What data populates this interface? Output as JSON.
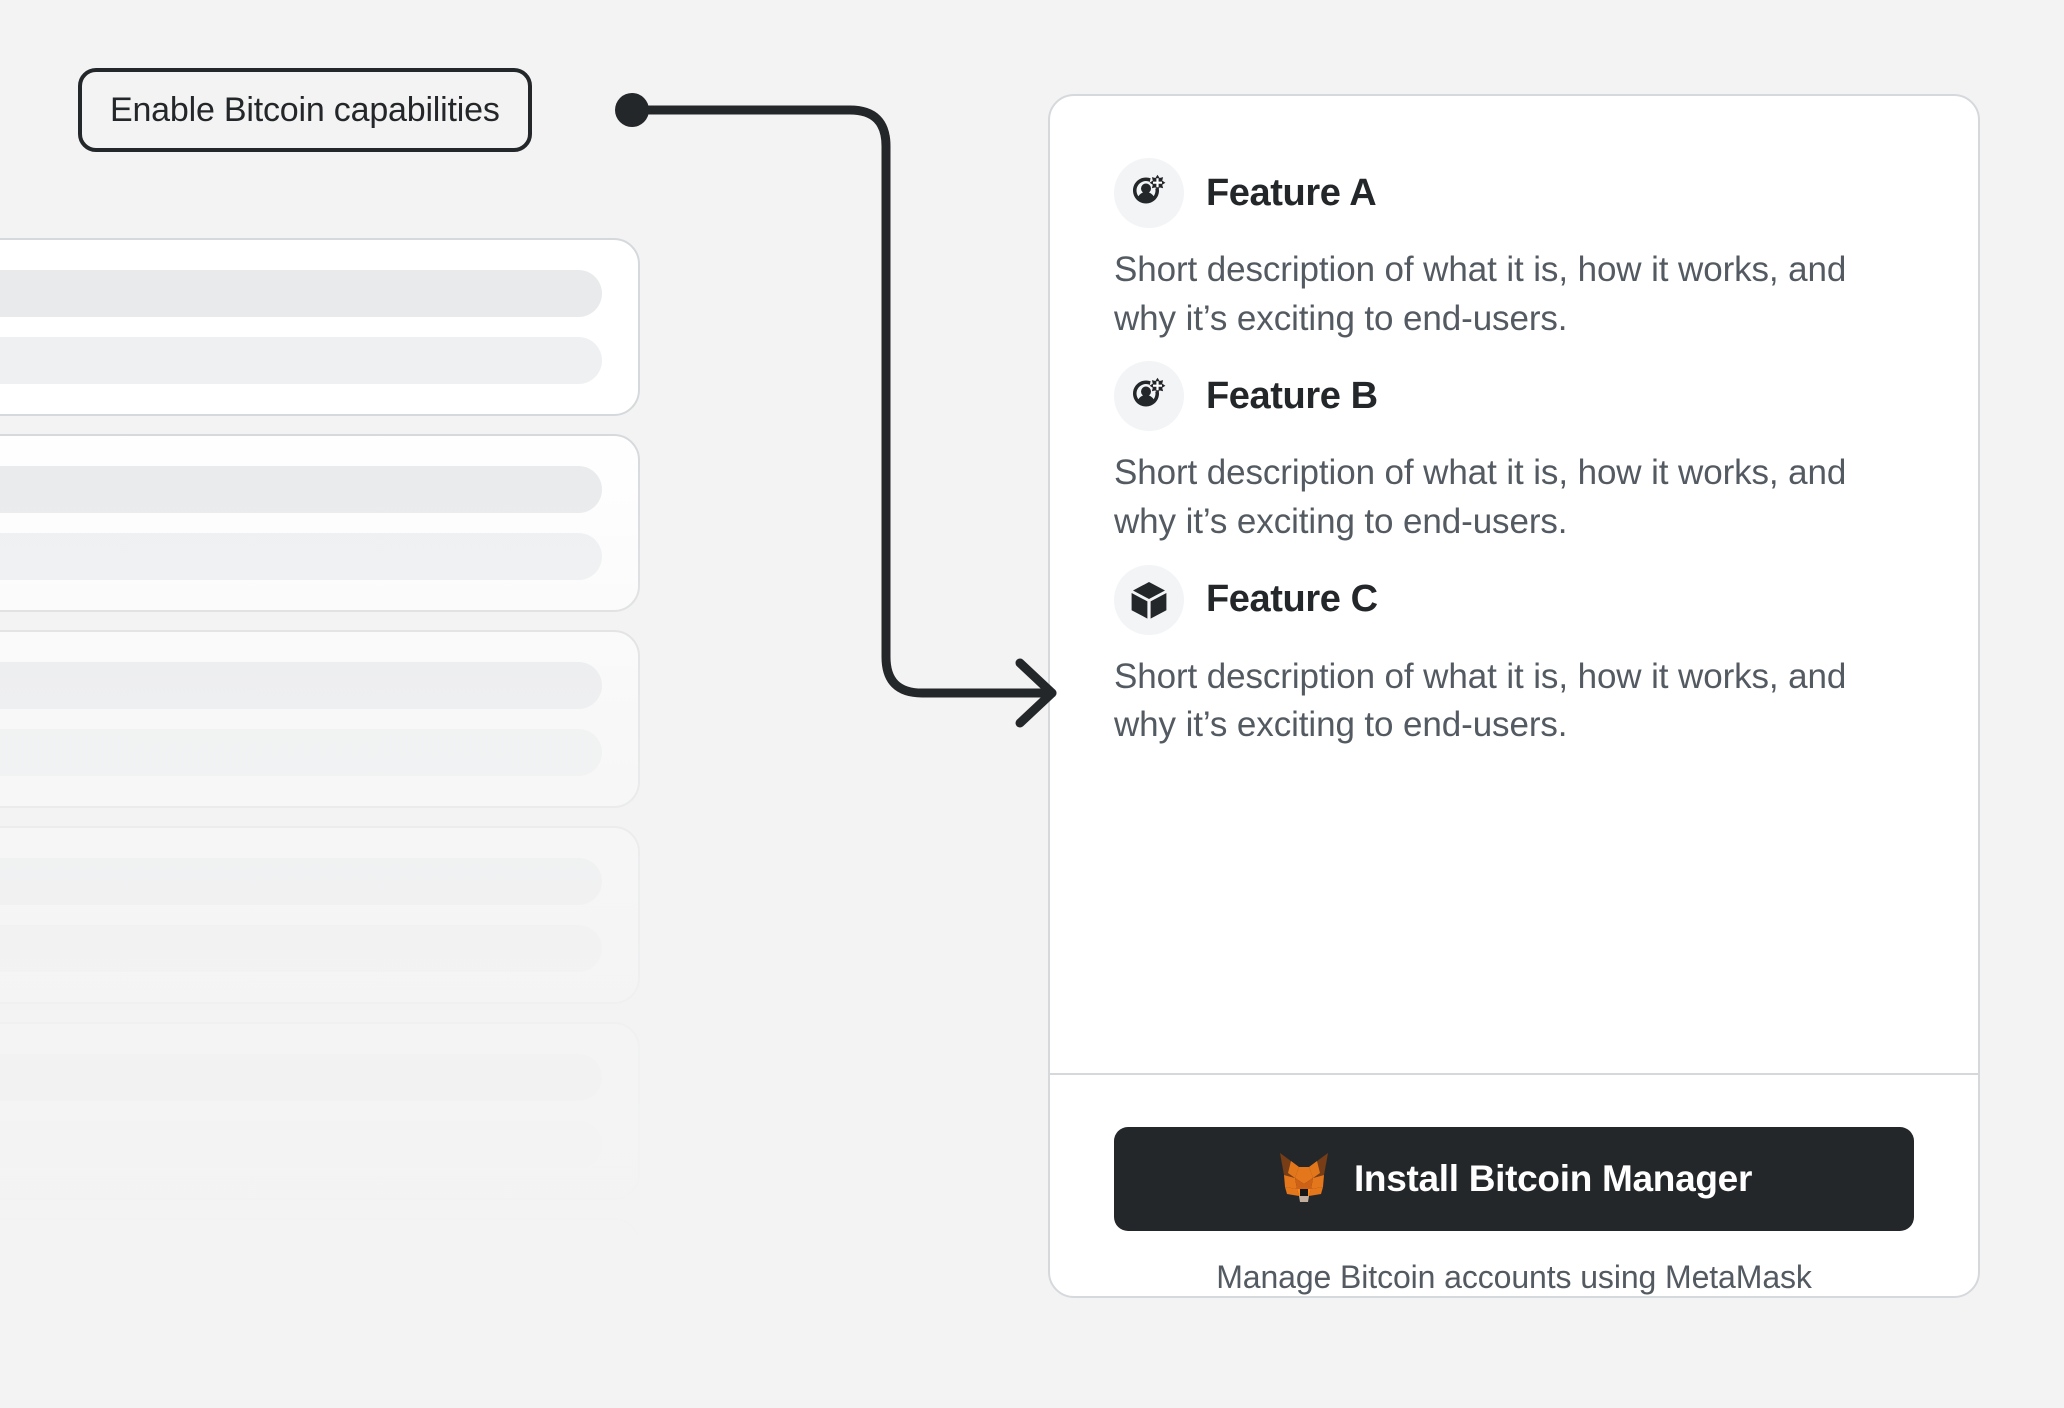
{
  "theme": {
    "page_background": "#f3f3f3",
    "card_background": "#ffffff",
    "card_border": "#d6d9dc",
    "text_dark": "#24272a",
    "text_muted": "#535a61",
    "icon_circle_background": "#f2f4f6",
    "button_background": "#24272a",
    "button_text": "#ffffff",
    "connector_stroke": "#24272a",
    "metamask_orange": "#e2761b",
    "metamask_orange_light": "#e4761b",
    "metamask_brown": "#763d16",
    "metamask_cream": "#c0ad9e"
  },
  "callout": {
    "label": "Enable Bitcoin capabilities",
    "connector_icon": "arrow-right-icon",
    "dot_icon": "connector-dot-icon"
  },
  "background": {
    "skeleton_cards": [
      {
        "primary_bar_opacity": 1.0,
        "secondary_bar_opacity": 1.0
      },
      {
        "primary_bar_opacity": 1.0,
        "secondary_bar_opacity": 1.0
      },
      {
        "primary_bar_opacity": 1.0,
        "secondary_bar_opacity": 1.0
      },
      {
        "primary_bar_opacity": 1.0,
        "secondary_bar_opacity": 1.0
      },
      {
        "primary_bar_opacity": 1.0,
        "secondary_bar_opacity": 1.0
      },
      {
        "primary_bar_opacity": 1.0,
        "secondary_bar_opacity": 1.0
      }
    ]
  },
  "panel": {
    "features": [
      {
        "title": "Feature A",
        "description": "Short description of what it is, how it works, and why it’s exciting to end-users.",
        "icon": "account-plus-icon"
      },
      {
        "title": "Feature B",
        "description": "Short description of what it is, how it works, and why it’s exciting to end-users.",
        "icon": "account-plus-icon"
      },
      {
        "title": "Feature C",
        "description": "Short description of what it is, how it works, and why it’s exciting to end-users.",
        "icon": "cube-icon"
      }
    ],
    "footer": {
      "install_button_label": "Install Bitcoin Manager",
      "install_button_icon": "metamask-fox-icon",
      "caption": "Manage Bitcoin accounts using MetaMask"
    }
  }
}
